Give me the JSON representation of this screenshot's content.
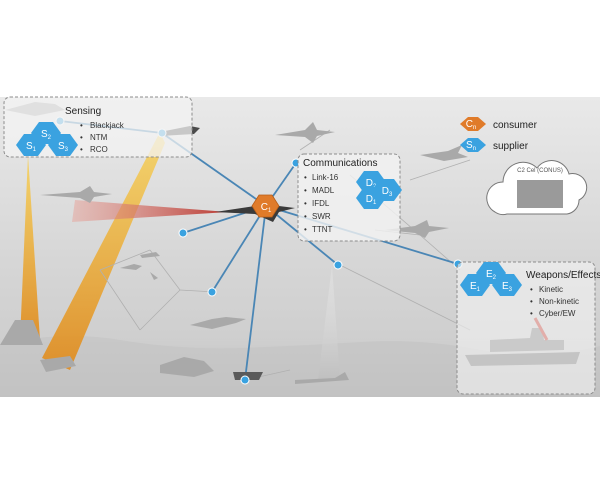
{
  "legend": {
    "consumer": {
      "symbol": "C",
      "sub": "n",
      "label": "consumer"
    },
    "supplier": {
      "symbol": "S",
      "sub": "n",
      "label": "supplier"
    }
  },
  "sensing": {
    "title": "Sensing",
    "items": [
      "Blackjack",
      "NTM",
      "RCO"
    ],
    "nodes": [
      {
        "symbol": "S",
        "sub": "1"
      },
      {
        "symbol": "S",
        "sub": "2"
      },
      {
        "symbol": "S",
        "sub": "3"
      }
    ]
  },
  "communications": {
    "title": "Communications",
    "items": [
      "Link-16",
      "MADL",
      "IFDL",
      "SWR",
      "TTNT"
    ],
    "nodes": [
      {
        "symbol": "D",
        "sub": "2"
      },
      {
        "symbol": "D",
        "sub": "3"
      },
      {
        "symbol": "D",
        "sub": "1"
      }
    ]
  },
  "weapons": {
    "title": "Weapons/Effects",
    "items": [
      "Kinetic",
      "Non-kinetic",
      "Cyber/EW"
    ],
    "nodes": [
      {
        "symbol": "E",
        "sub": "1"
      },
      {
        "symbol": "E",
        "sub": "2"
      },
      {
        "symbol": "E",
        "sub": "3"
      }
    ]
  },
  "consumer_node": {
    "symbol": "C",
    "sub": "1"
  },
  "c2_cloud": {
    "label": "C2 Cel (CONUS)"
  },
  "colors": {
    "consumer": "#e07b2a",
    "supplier": "#3aa2e0",
    "link": "#4a86b5",
    "beam_red": "#c7473d",
    "beam_yellow": "#f0b030",
    "panel_border": "#8c8c8c"
  }
}
